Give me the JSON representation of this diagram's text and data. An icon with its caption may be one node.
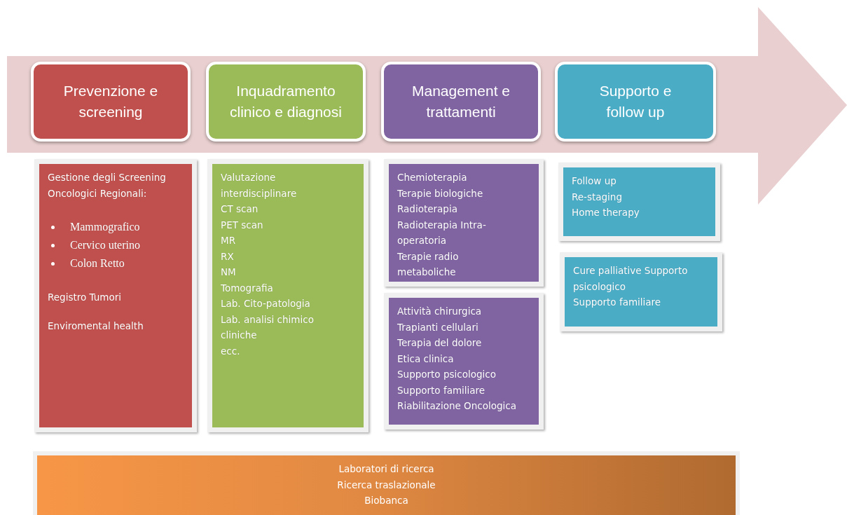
{
  "diagram": {
    "nodes": [
      {
        "text": [
          "Prevenzione e screening"
        ]
      },
      {
        "text": [
          "Inquadramento clinico e diagnosi"
        ]
      },
      {
        "text": [
          "Management e trattamenti"
        ]
      },
      {
        "text": [
          "Supporto e follow up"
        ]
      },
      {
        "text": [
          "Gestione degli Screening Oncologici Regionali:",
          "Mammografico",
          "Cervico uterino",
          "Colon Retto",
          "Registro Tumori",
          "Enviromental health"
        ]
      },
      {
        "text": [
          "Valutazione interdisciplinare",
          "CT scan",
          "PET scan",
          "MR",
          "RX",
          "NM",
          "Tomografia",
          "Lab. Cito-patologia",
          "Lab. analisi chimico cliniche",
          "ecc."
        ]
      },
      {
        "text": [
          "Chemioterapia",
          "Terapie biologiche",
          "Radioterapia",
          "Radioterapia Intra-operatoria",
          "Terapie radio metaboliche"
        ]
      },
      {
        "text": [
          "Attività chirurgica",
          "Trapianti cellulari",
          "Terapia del dolore",
          "Etica clinica",
          "Supporto psicologico",
          "Supporto familiare",
          "Riabilitazione Oncologica"
        ]
      },
      {
        "text": [
          "Follow up",
          "Re-staging",
          "Home therapy"
        ]
      },
      {
        "text": [
          "Cure palliative Supporto psicologico",
          "Supporto familiare"
        ]
      },
      {
        "text": [
          "Laboratori di ricerca",
          "Ricerca traslazionale",
          "Biobanca"
        ]
      }
    ]
  }
}
